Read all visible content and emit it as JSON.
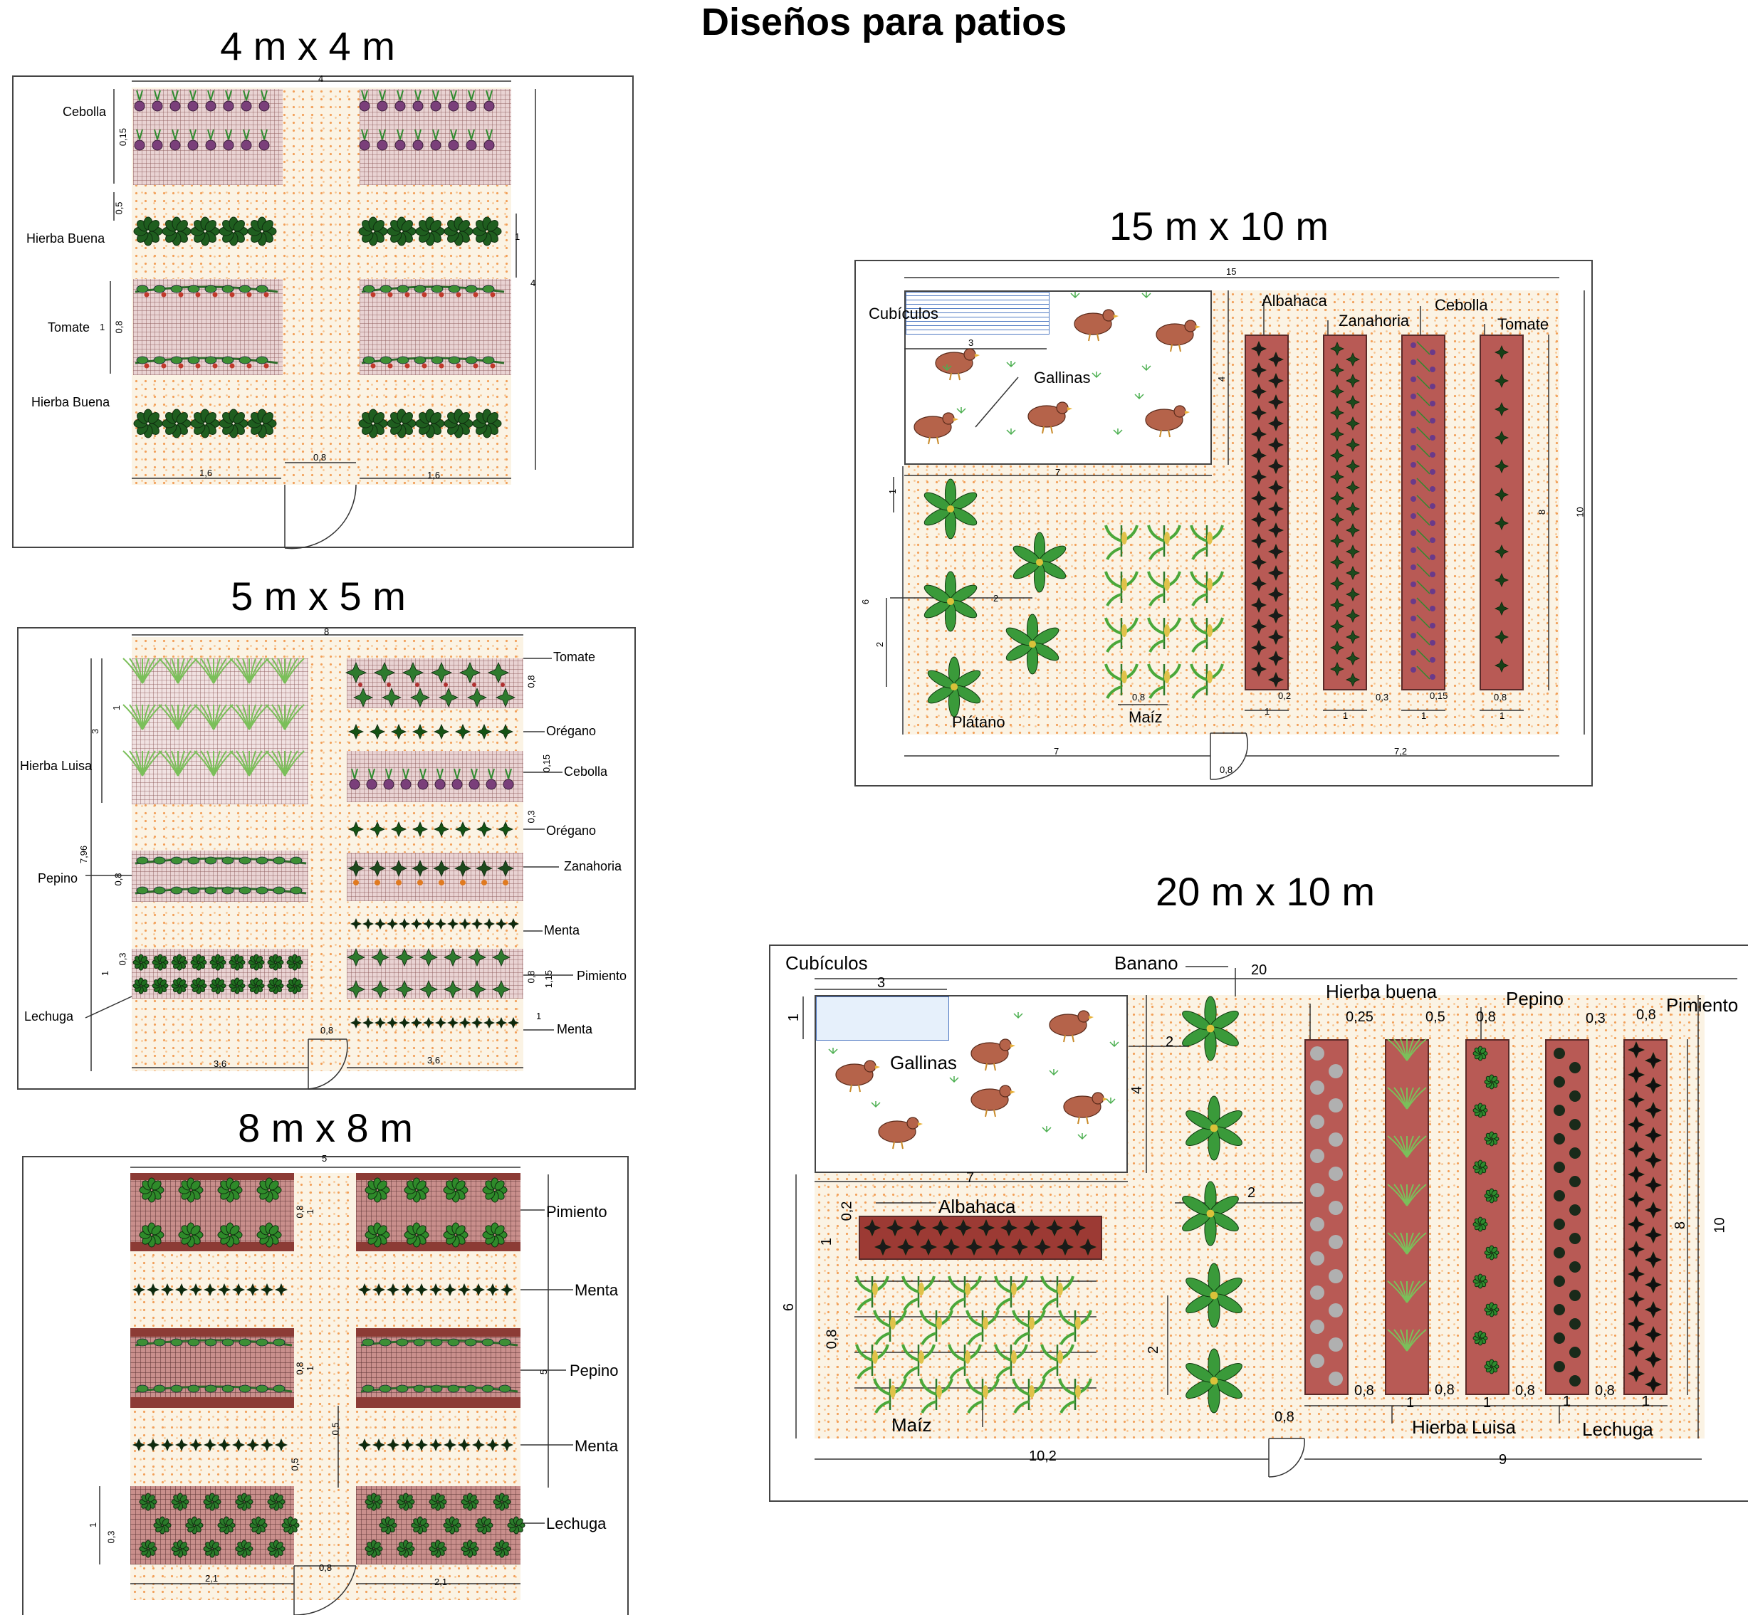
{
  "title": "Diseños para patios",
  "plans": {
    "p4": {
      "title": "4 m x 4 m",
      "labels": {
        "cebolla": "Cebolla",
        "hierba_buena_1": "Hierba Buena",
        "tomate": "Tomate",
        "hierba_buena_2": "Hierba Buena"
      },
      "dims": {
        "top": "4",
        "right": "4",
        "d015": "0,15",
        "d05": "0,5",
        "d08": "0,8",
        "d1a": "1",
        "d1b": "1",
        "left": "1,6",
        "right_w": "1,6",
        "door": "0,8"
      }
    },
    "p5": {
      "title": "5 m x 5 m",
      "labels": {
        "tomate": "Tomate",
        "oregano_1": "Orégano",
        "hierba_luisa": "Hierba Luisa",
        "cebolla": "Cebolla",
        "oregano_2": "Orégano",
        "zanahoria": "Zanahoria",
        "pepino": "Pepino",
        "menta_1": "Menta",
        "pimiento": "Pimiento",
        "lechuga": "Lechuga",
        "menta_2": "Menta"
      },
      "dims": {
        "top": "8",
        "left": "7,96",
        "d3": "3",
        "d1": "1",
        "d08a": "0,8",
        "d08b": "0,8",
        "d015": "0,15",
        "d03a": "0,3",
        "d1b": "1",
        "d03b": "0,3",
        "d115": "1,15",
        "d08c": "0,8",
        "d1c": "1",
        "bl": "3,6",
        "br": "3,6",
        "door": "0,8"
      }
    },
    "p8": {
      "title": "8 m x 8 m",
      "labels": {
        "pimiento": "Pimiento",
        "menta_1": "Menta",
        "pepino": "Pepino",
        "menta_2": "Menta",
        "lechuga": "Lechuga"
      },
      "dims": {
        "top": "5",
        "d08a": "0,8",
        "d1a": "1",
        "d08b": "0,8",
        "d1b": "1",
        "d05a": "0,5",
        "d05b": "0,5",
        "d5": "5",
        "d1c": "1",
        "d03": "0,3",
        "bl": "2,1",
        "br": "2,1",
        "door": "0,8"
      }
    },
    "p15": {
      "title": "15 m x 10 m",
      "labels": {
        "cubiculos": "Cubículos",
        "gallinas": "Gallinas",
        "albahaca": "Albahaca",
        "zanahoria": "Zanahoria",
        "cebolla": "Cebolla",
        "tomate": "Tomate",
        "platano": "Plátano",
        "maiz": "Maíz"
      },
      "dims": {
        "top": "15",
        "d3": "3",
        "d4": "4",
        "d7": "7",
        "d1": "1",
        "d6": "6",
        "d2a": "2",
        "d2b": "2",
        "d08a": "0,8",
        "d02": "0,2",
        "d03": "0,3",
        "d015": "0,15",
        "d08b": "0,8",
        "w1a": "1",
        "w1b": "1",
        "w1c": "1",
        "w1d": "1",
        "d8": "8",
        "d10": "10",
        "b7": "7",
        "b72": "7,2",
        "door": "0,8"
      }
    },
    "p20": {
      "title": "20 m x 10 m",
      "labels": {
        "cubiculos": "Cubículos",
        "banano": "Banano",
        "hierba_buena": "Hierba buena",
        "pepino": "Pepino",
        "pimiento": "Pimiento",
        "gallinas": "Gallinas",
        "albahaca": "Albahaca",
        "maiz": "Maíz",
        "hierba_luisa": "Hierba Luisa",
        "lechuga": "Lechuga"
      },
      "dims": {
        "top": "20",
        "d3": "3",
        "d1": "1",
        "d2a": "2",
        "d4": "4",
        "d7": "7",
        "d025": "0,25",
        "d05": "0,5",
        "d08a": "0,8",
        "d03": "0,3",
        "d08b": "0,8",
        "d02": "0,2",
        "d1b": "1",
        "d2b": "2",
        "d6": "6",
        "d08c": "0,8",
        "d2c": "2",
        "d8": "8",
        "d10": "10",
        "g08a": "0,8",
        "g1a": "1",
        "g08b": "0,8",
        "g1b": "1",
        "g08c": "0,8",
        "g1c": "1",
        "g08d": "0,8",
        "g1d": "1",
        "door": "0,8",
        "b102": "10,2",
        "b9": "9"
      }
    }
  },
  "colors": {
    "sand": "#fbf3e4",
    "bed_red": "#b85a55",
    "bed_pink": "#e9d3d3",
    "plant_green": "#2f8a2a",
    "hen": "#b5634a"
  }
}
